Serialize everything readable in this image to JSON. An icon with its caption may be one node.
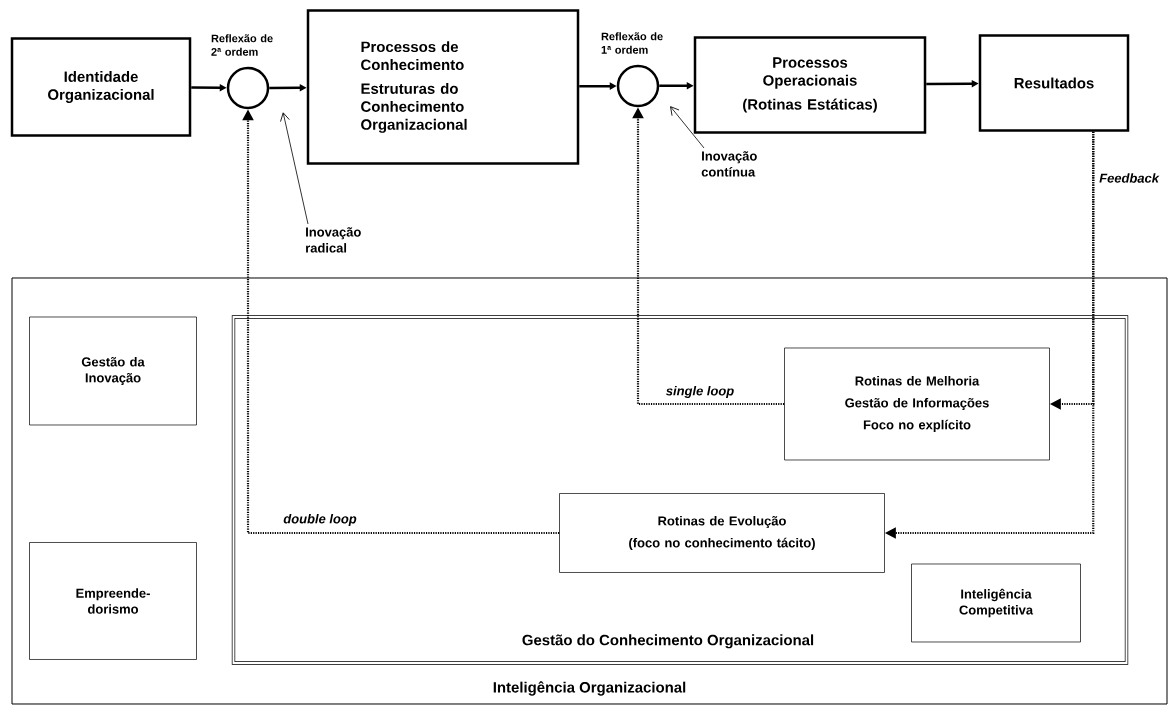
{
  "diagram": {
    "nodes": [
      {
        "text": [
          "Identidade Organizacional"
        ]
      },
      {
        "text": [],
        "shape": "circle",
        "beside": [
          "Reflexão de 2ª ordem"
        ]
      },
      {
        "text": [
          "Processos de Conhecimento",
          "Estruturas do Conhecimento Organizacional"
        ]
      },
      {
        "text": [],
        "shape": "circle",
        "beside": [
          "Reflexão de 1ª ordem"
        ]
      },
      {
        "text": [
          "Processos Operacionais",
          "(Rotinas Estáticas)"
        ]
      },
      {
        "text": [
          "Resultados"
        ]
      },
      {
        "text": [
          "Inteligência Organizacional"
        ]
      },
      {
        "text": [
          "Gestão da Inovação"
        ],
        "in": 6
      },
      {
        "text": [
          "Empreende- dorismo"
        ],
        "in": 6
      },
      {
        "text": [
          "Gestão do Conhecimento Organizacional"
        ],
        "in": 6
      },
      {
        "text": [
          "Rotinas de Melhoria",
          "Gestão de  Informações",
          "Foco no explícito"
        ],
        "in": 9
      },
      {
        "text": [
          "Rotinas de Evolução",
          "(foco no conhecimento tácito)"
        ],
        "in": 9
      },
      {
        "text": [
          "Inteligência Competitiva"
        ],
        "in": 9
      },
      {
        "text": [
          "Inovação radical"
        ]
      },
      {
        "text": [
          "Inovação contínua"
        ]
      }
    ],
    "edges": [
      {
        "from": 0,
        "to": 1,
        "arrow": "to"
      },
      {
        "from": 1,
        "to": 2,
        "arrow": "to"
      },
      {
        "from": 2,
        "to": 3,
        "arrow": "to"
      },
      {
        "from": 3,
        "to": 4,
        "arrow": "to"
      },
      {
        "from": 4,
        "to": 5,
        "arrow": "to"
      },
      {
        "from": 5,
        "to": 10,
        "arrow": "to",
        "style": "dashed",
        "label": "Feedback"
      },
      {
        "from": 5,
        "to": 11,
        "arrow": "to",
        "style": "dashed"
      },
      {
        "from": 10,
        "to": 3,
        "arrow": "to",
        "style": "dashed",
        "label": "single loop"
      },
      {
        "from": 11,
        "to": 1,
        "arrow": "to",
        "style": "dashed",
        "label": "double loop"
      },
      {
        "from": 13,
        "to": null,
        "arrow": "to"
      },
      {
        "from": 14,
        "to": null,
        "arrow": "to"
      }
    ]
  }
}
